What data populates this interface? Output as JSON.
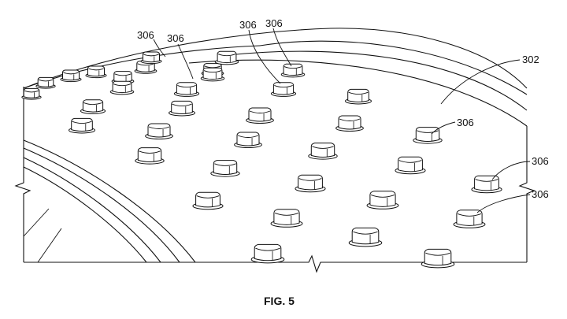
{
  "figure": {
    "caption": "FIG. 5",
    "surface_label": "302",
    "stud_label": "306"
  }
}
